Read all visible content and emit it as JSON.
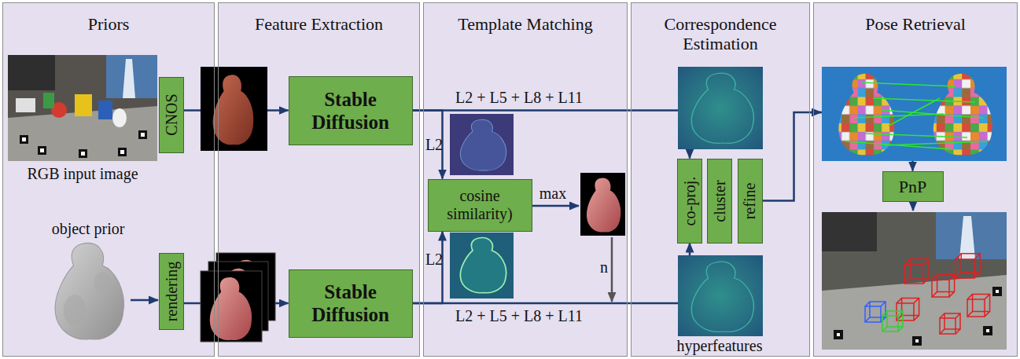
{
  "diagram": {
    "nodes": [
      {
        "text": [
          "Priors"
        ]
      },
      {
        "text": [
          "Feature Extraction"
        ]
      },
      {
        "text": [
          "Template Matching"
        ]
      },
      {
        "text": [
          "Correspondence Estimation"
        ]
      },
      {
        "text": [
          "Pose Retrieval"
        ]
      },
      {
        "text": [
          "CNOS"
        ],
        "in": 0
      },
      {
        "text": [
          "rendering"
        ],
        "in": 0
      },
      {
        "text": [
          "Stable Diffusion"
        ],
        "in": 1
      },
      {
        "text": [
          "Stable Diffusion"
        ],
        "in": 1
      },
      {
        "text": [
          "cosine similarity)"
        ],
        "in": 2
      },
      {
        "text": [
          "co-proj."
        ],
        "in": 3
      },
      {
        "text": [
          "cluster"
        ],
        "in": 3
      },
      {
        "text": [
          "refine"
        ],
        "in": 3
      },
      {
        "text": [
          "PnP"
        ],
        "in": 4
      }
    ],
    "edges": [
      {
        "from": 5,
        "to": 7,
        "arrow": "to"
      },
      {
        "from": 6,
        "to": 8,
        "arrow": "to"
      },
      {
        "from": 7,
        "to": 10,
        "label": "L2 + L5 + L8 + L11",
        "arrow": "to"
      },
      {
        "from": 7,
        "to": 9,
        "label": "L2",
        "arrow": "to"
      },
      {
        "from": 8,
        "to": 9,
        "label": "L2",
        "arrow": "to"
      },
      {
        "from": 8,
        "to": 10,
        "label": "L2 + L5 + L8 + L11",
        "arrow": "to"
      },
      {
        "from": 12,
        "to": 13,
        "arrow": "to"
      }
    ],
    "labels": [
      "RGB input image",
      "object prior",
      "max",
      "n",
      "hyperfeatures"
    ]
  }
}
